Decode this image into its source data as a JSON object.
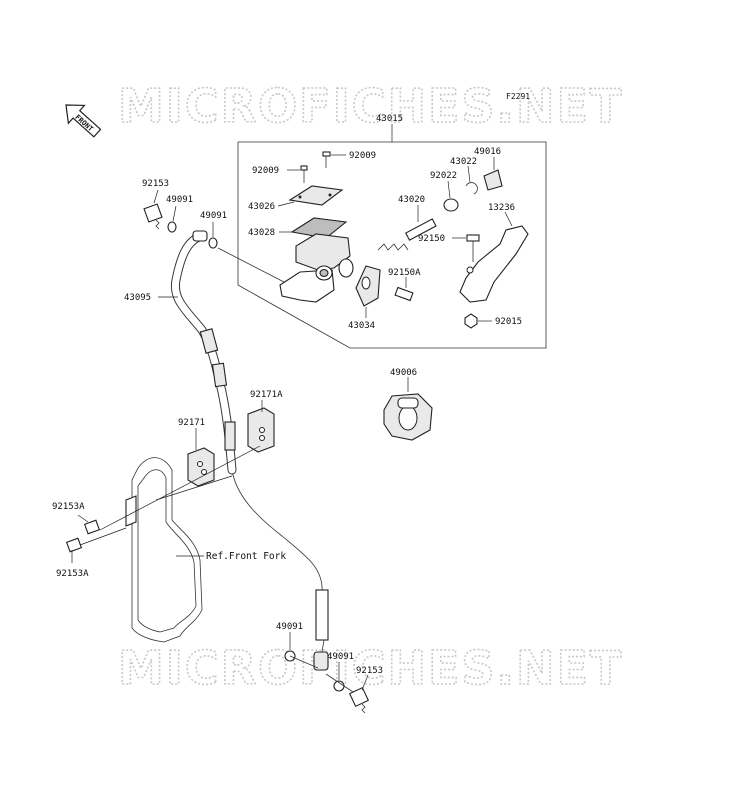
{
  "diagram_code": "F2291",
  "front_arrow": "FRONT",
  "watermark": "MICROFICHES.NET",
  "ref_note": "Ref.Front Fork",
  "labels": {
    "p43015": "43015",
    "p92009a": "92009",
    "p92009b": "92009",
    "p43026": "43026",
    "p43028": "43028",
    "p43020": "43020",
    "p92022": "92022",
    "p43022": "43022",
    "p49016": "49016",
    "p13236": "13236",
    "p92150": "92150",
    "p92150A": "92150A",
    "p43034": "43034",
    "p92015": "92015",
    "p92153_top": "92153",
    "p49091_a": "49091",
    "p49091_b": "49091",
    "p43095": "43095",
    "p49006": "49006",
    "p92171A": "92171A",
    "p92171": "92171",
    "p92153A_a": "92153A",
    "p92153A_b": "92153A",
    "p49091_c": "49091",
    "p49091_d": "49091",
    "p92153_bot": "92153"
  }
}
